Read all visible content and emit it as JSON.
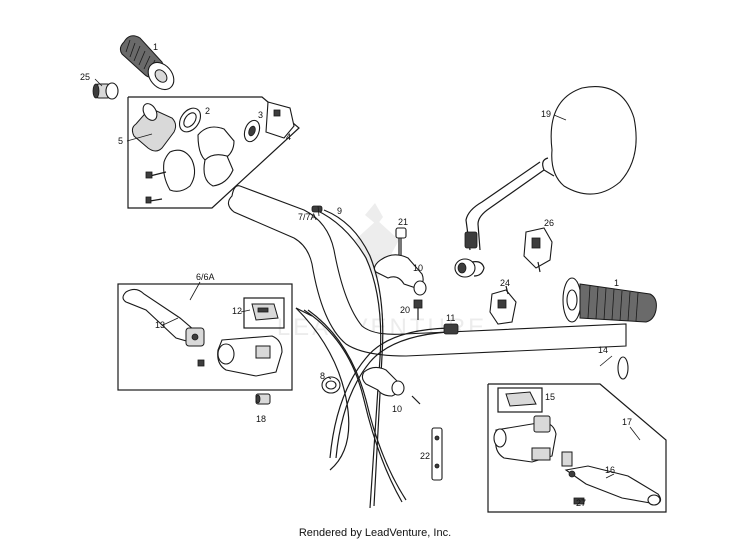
{
  "diagram": {
    "labels": {
      "p1_top": "1",
      "p25": "25",
      "p2": "2",
      "p3": "3",
      "p4": "4",
      "p5": "5",
      "p19": "19",
      "p9": "9",
      "p7_7a": "7/7A",
      "p21": "21",
      "p26": "26",
      "p10_top": "10",
      "p6_6a": "6/6A",
      "p24": "24",
      "p1_right": "1",
      "p12": "12",
      "p20": "20",
      "p11": "11",
      "p13": "13",
      "p14": "14",
      "p8": "8",
      "p10_bottom": "10",
      "p18": "18",
      "p15": "15",
      "p17": "17",
      "p22": "22",
      "p16": "16",
      "p27": "27"
    },
    "watermark": "LEADVENTURE"
  },
  "footer": {
    "text": "Rendered by LeadVenture, Inc."
  }
}
